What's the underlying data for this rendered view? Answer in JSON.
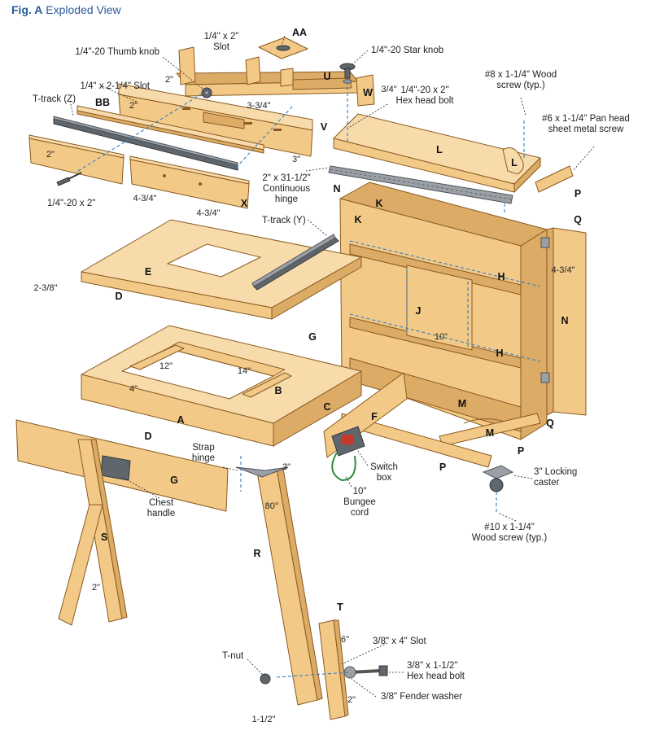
{
  "figure": {
    "prefix": "Fig. A",
    "title": "Exploded View"
  },
  "callouts": {
    "slot_1x2": "1/4\" x 2\"\nSlot",
    "thumb_knob": "1/4\"-20 Thumb knob",
    "star_knob": "1/4\"-20 Star knob",
    "slot_1x214": "1/4\" x 2-1/4\" Slot",
    "ttrack_z": "T-track (Z)",
    "hex_bolt_2": "1/4\"-20 x 2\"\nHex head bolt",
    "wood_screw_8": "#8 x 1-1/4\" Wood\nscrew (typ.)",
    "pan_head": "#6 x 1-1/4\" Pan head\nsheet metal screw",
    "bolt_1_4_20x2": "1/4\"-20 x 2\"",
    "cont_hinge": "2\" x 31-1/2\"\nContinuous\nhinge",
    "ttrack_y": "T-track (Y)",
    "strap_hinge": "Strap\nhinge",
    "switch_box": "Switch\nbox",
    "bungee": "10\"\nBungee\ncord",
    "caster": "3\" Locking\ncaster",
    "chest_handle": "Chest\nhandle",
    "wood_screw_10": "#10 x 1-1/4\"\nWood screw (typ.)",
    "t_nut": "T-nut",
    "slot_38x4": "3/8\" x 4\" Slot",
    "hex_bolt_38": "3/8\" x 1-1/2\"\nHex head bolt",
    "fender_washer": "3/8\" Fender washer"
  },
  "parts": {
    "AA": "AA",
    "U": "U",
    "W": "W",
    "BB": "BB",
    "V": "V",
    "X": "X",
    "L1": "L",
    "L2": "L",
    "P1": "P",
    "P2": "P",
    "P3": "P",
    "N1": "N",
    "N2": "N",
    "K1": "K",
    "K2": "K",
    "Q1": "Q",
    "Q2": "Q",
    "E": "E",
    "D1": "D",
    "D2": "D",
    "H1": "H",
    "H2": "H",
    "J": "J",
    "M1": "M",
    "M2": "M",
    "G1": "G",
    "G2": "G",
    "A": "A",
    "B": "B",
    "C": "C",
    "F": "F",
    "S": "S",
    "R": "R",
    "T": "T"
  },
  "dimensions": {
    "d2_slot": "2\"",
    "d3_4": "3/4\"",
    "d2_v": "2\"",
    "d3_3_4": "3-3/4\"",
    "d3_v": "3\"",
    "d2_bb": "2\"",
    "d4_3_4a": "4-3/4\"",
    "d4_3_4b": "4-3/4\"",
    "d4_3_4c": "4-3/4\"",
    "d2_3_8": "2-3/8\"",
    "d12": "12\"",
    "d14": "14\"",
    "d4": "4\"",
    "d10": "10\"",
    "d3_hinge": "3\"",
    "d80": "80°",
    "d2_leg": "2\"",
    "d6": "6\"",
    "d2_t": "2\"",
    "d1_1_2": "1-1/2\""
  },
  "colors": {
    "wood": "#f3c987",
    "wood_dark": "#d9a25a",
    "wood_edge": "#8a5a20",
    "metal": "#8e9499",
    "guide": "#2f7fc7",
    "title": "#2a5a9a",
    "red": "#c8382a"
  }
}
